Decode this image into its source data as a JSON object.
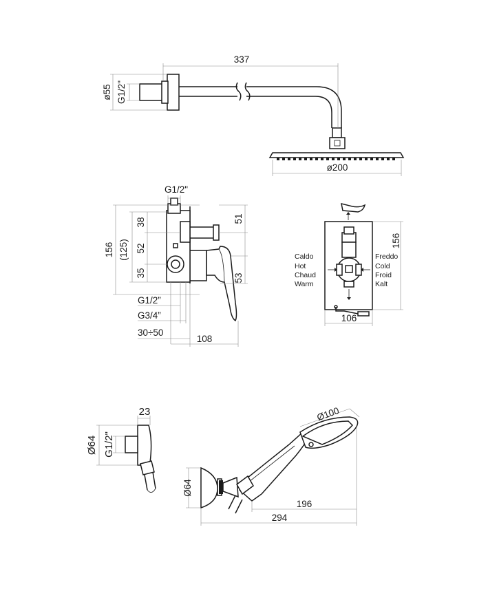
{
  "shower_arm": {
    "length": "337",
    "flange_diameter": "ø55",
    "thread": "G1/2\"",
    "head_diameter": "ø200"
  },
  "mixer_side": {
    "thread_top": "G1/2\"",
    "height_total": "156",
    "height_inner": "(125)",
    "d38": "38",
    "d52": "52",
    "d35": "35",
    "d51": "51",
    "d53": "53",
    "thread_bottom_1": "G1/2\"",
    "thread_bottom_2": "G3/4\"",
    "depth_range": "30÷50",
    "depth": "108"
  },
  "mixer_front": {
    "hot_labels": [
      "Caldo",
      "Hot",
      "Chaud",
      "Warm"
    ],
    "cold_labels": [
      "Freddo",
      "Cold",
      "Froid",
      "Kalt"
    ],
    "height": "156",
    "width": "106"
  },
  "wall_outlet": {
    "depth": "23",
    "diameter": "Ø64",
    "thread": "G1/2\""
  },
  "hand_shower": {
    "head_diameter": "Ø100",
    "holder_diameter": "Ø64",
    "handle_length": "196",
    "total_length": "294"
  }
}
